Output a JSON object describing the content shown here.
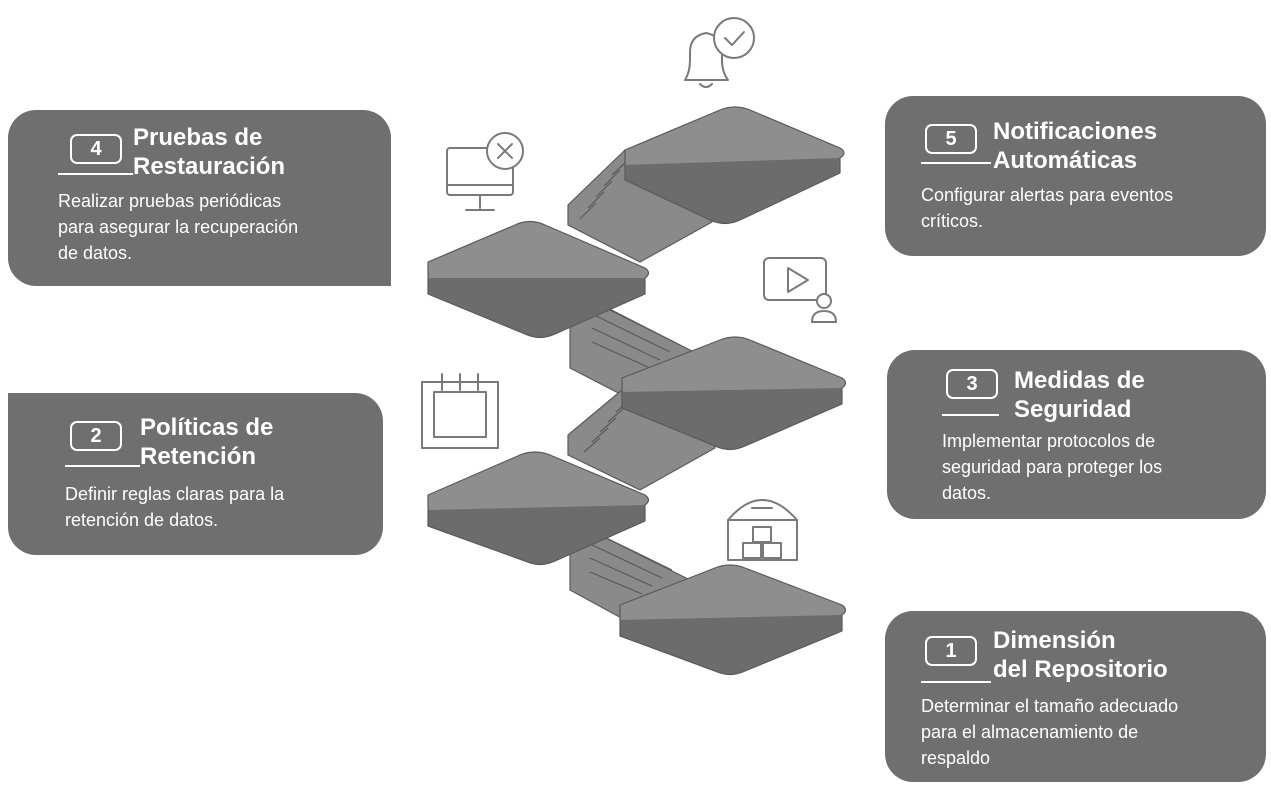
{
  "steps": [
    {
      "number": "1",
      "title": "Dimensión\ndel Repositorio",
      "description": "Determinar el tamaño adecuado\npara el almacenamiento de\nrespaldo"
    },
    {
      "number": "2",
      "title": "Políticas de\nRetención",
      "description": "Definir reglas claras para la\nretención de datos."
    },
    {
      "number": "3",
      "title": "Medidas de\nSeguridad",
      "description": "Implementar protocolos de\nseguridad para proteger los\ndatos."
    },
    {
      "number": "4",
      "title": "Pruebas de\nRestauración",
      "description": "Realizar pruebas periódicas\npara asegurar la recuperación\nde datos."
    },
    {
      "number": "5",
      "title": "Notificaciones\nAutomáticas",
      "description": "Configurar alertas para eventos\ncríticos."
    }
  ],
  "icons": [
    "warehouse-icon",
    "calendar-icon",
    "video-user-icon",
    "monitor-error-icon",
    "bell-check-icon"
  ],
  "colors": {
    "card": "#6f6f6f",
    "stair_top": "#8e8e8e",
    "stair_side": "#8a8a8a",
    "outline": "#5a5a5a",
    "icon": "#7a7a7a"
  }
}
